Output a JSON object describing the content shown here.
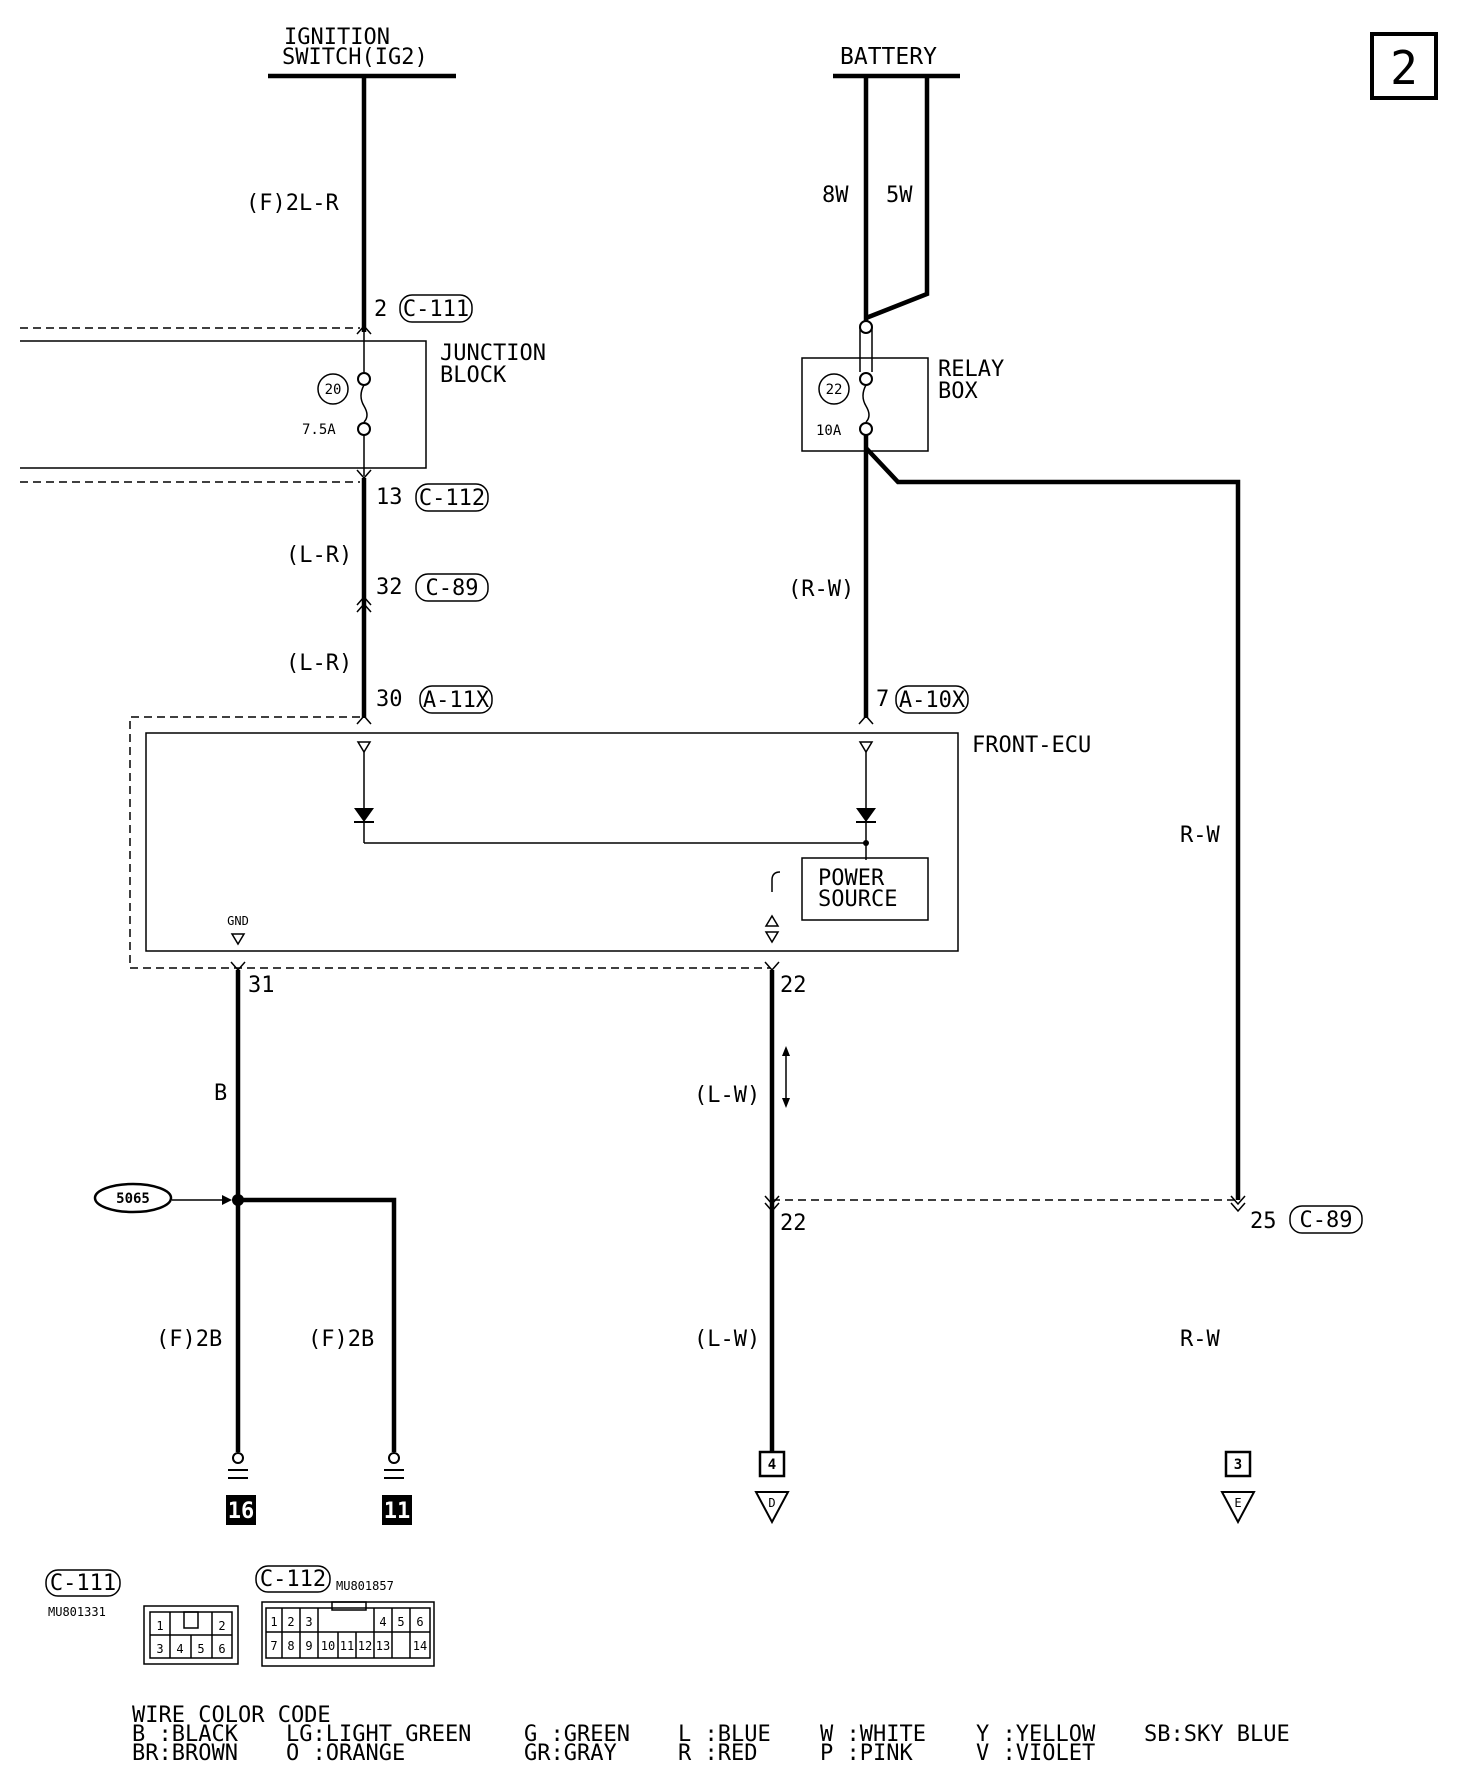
{
  "page_number": "2",
  "sources": {
    "ignition_line1": "IGNITION",
    "ignition_line2": "SWITCH(IG2)",
    "battery": "BATTERY"
  },
  "wires": {
    "ig_top": "(F)2L-R",
    "bat_8w": "8W",
    "bat_5w": "5W",
    "lr1": "(L-R)",
    "lr2": "(L-R)",
    "rw_left": "(R-W)",
    "rw_right": "R-W",
    "b": "B",
    "lw1": "(L-W)",
    "f2b_left": "(F)2B",
    "f2b_right": "(F)2B",
    "lw2": "(L-W)",
    "rw_bottom": "R-W"
  },
  "connectors": {
    "c111_pin": "2",
    "c111": "C-111",
    "c112_pin": "13",
    "c112": "C-112",
    "c89_pin": "32",
    "c89": "C-89",
    "a11x_pin": "30",
    "a11x": "A-11X",
    "a10x_pin": "7",
    "a10x": "A-10X",
    "pin31": "31",
    "pin22_top": "22",
    "pin22_bottom": "22",
    "c89b_pin": "25",
    "c89b": "C-89"
  },
  "components": {
    "junction_line1": "JUNCTION",
    "junction_line2": "BLOCK",
    "fuse20_num": "20",
    "fuse20_amp": "7.5A",
    "relay_line1": "RELAY",
    "relay_line2": "BOX",
    "fuse22_num": "22",
    "fuse22_amp": "10A",
    "ecu": "FRONT-ECU",
    "power_line1": "POWER",
    "power_line2": "SOURCE",
    "gnd": "GND",
    "splice": "5065"
  },
  "grounds": [
    "16",
    "11"
  ],
  "terminals": {
    "d_num": "4",
    "d_letter": "D",
    "e_num": "3",
    "e_letter": "E"
  },
  "connector_views": {
    "c111_label": "C-111",
    "c111_part": "MU801331",
    "c111_pins": [
      "1",
      "2",
      "3",
      "4",
      "5",
      "6"
    ],
    "c112_label": "C-112",
    "c112_part": "MU801857",
    "c112_pins": [
      "1",
      "2",
      "3",
      "4",
      "5",
      "6",
      "7",
      "8",
      "9",
      "10",
      "11",
      "12",
      "13",
      "14"
    ]
  },
  "legend": {
    "title": "WIRE COLOR CODE",
    "row1": [
      "B :BLACK",
      "LG:LIGHT GREEN",
      "G :GREEN",
      "L :BLUE",
      "W :WHITE",
      "Y :YELLOW",
      "SB:SKY BLUE"
    ],
    "row2": [
      "BR:BROWN",
      "O :ORANGE",
      "GR:GRAY",
      "R :RED",
      "P :PINK",
      "V :VIOLET"
    ]
  }
}
